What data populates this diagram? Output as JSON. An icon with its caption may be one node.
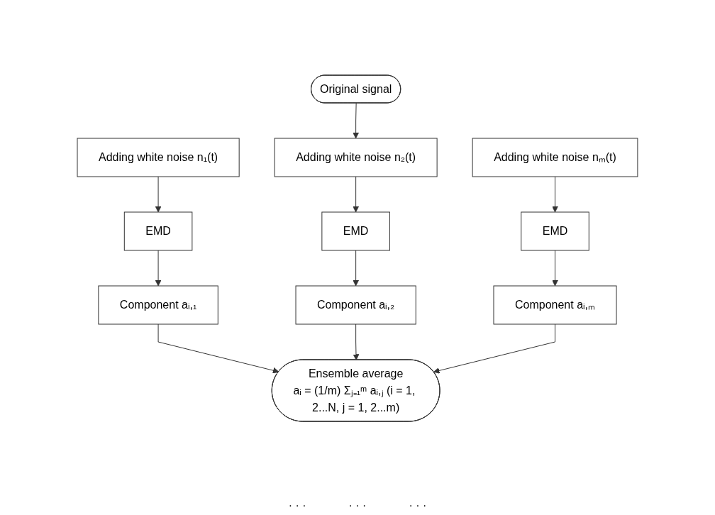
{
  "diagram": {
    "nodes": [
      {
        "text": [
          "Original signal"
        ]
      },
      {
        "text": [
          "Adding white noise n₁(t)"
        ]
      },
      {
        "text": [
          "Adding white noise n₂(t)"
        ]
      },
      {
        "text": [
          "Adding white noise nₘ(t)"
        ]
      },
      {
        "text": [
          "EMD"
        ]
      },
      {
        "text": [
          "EMD"
        ]
      },
      {
        "text": [
          "EMD"
        ]
      },
      {
        "text": [
          "Component aᵢ,₁"
        ]
      },
      {
        "text": [
          "Component aᵢ,₂"
        ]
      },
      {
        "text": [
          "Component aᵢ,ₘ"
        ]
      },
      {
        "text": [
          "Ensemble average",
          "aᵢ = (1/m) Σⱼ₌₁ᵐ aᵢ,ⱼ (i = 1, 2...N, j = 1, 2...m)"
        ]
      }
    ],
    "edges": [
      {
        "from": 0,
        "to": 2,
        "arrow": "to"
      },
      {
        "from": 1,
        "to": 4,
        "arrow": "to"
      },
      {
        "from": 2,
        "to": 5,
        "arrow": "to"
      },
      {
        "from": 3,
        "to": 6,
        "arrow": "to"
      },
      {
        "from": 4,
        "to": 7,
        "arrow": "to"
      },
      {
        "from": 5,
        "to": 8,
        "arrow": "to"
      },
      {
        "from": 6,
        "to": 9,
        "arrow": "to"
      },
      {
        "from": 7,
        "to": 10,
        "arrow": "to"
      },
      {
        "from": 8,
        "to": 10,
        "arrow": "to"
      },
      {
        "from": 9,
        "to": 10,
        "arrow": "to"
      }
    ],
    "labels": [
      "· · ·",
      "· · ·",
      "· · ·"
    ]
  }
}
